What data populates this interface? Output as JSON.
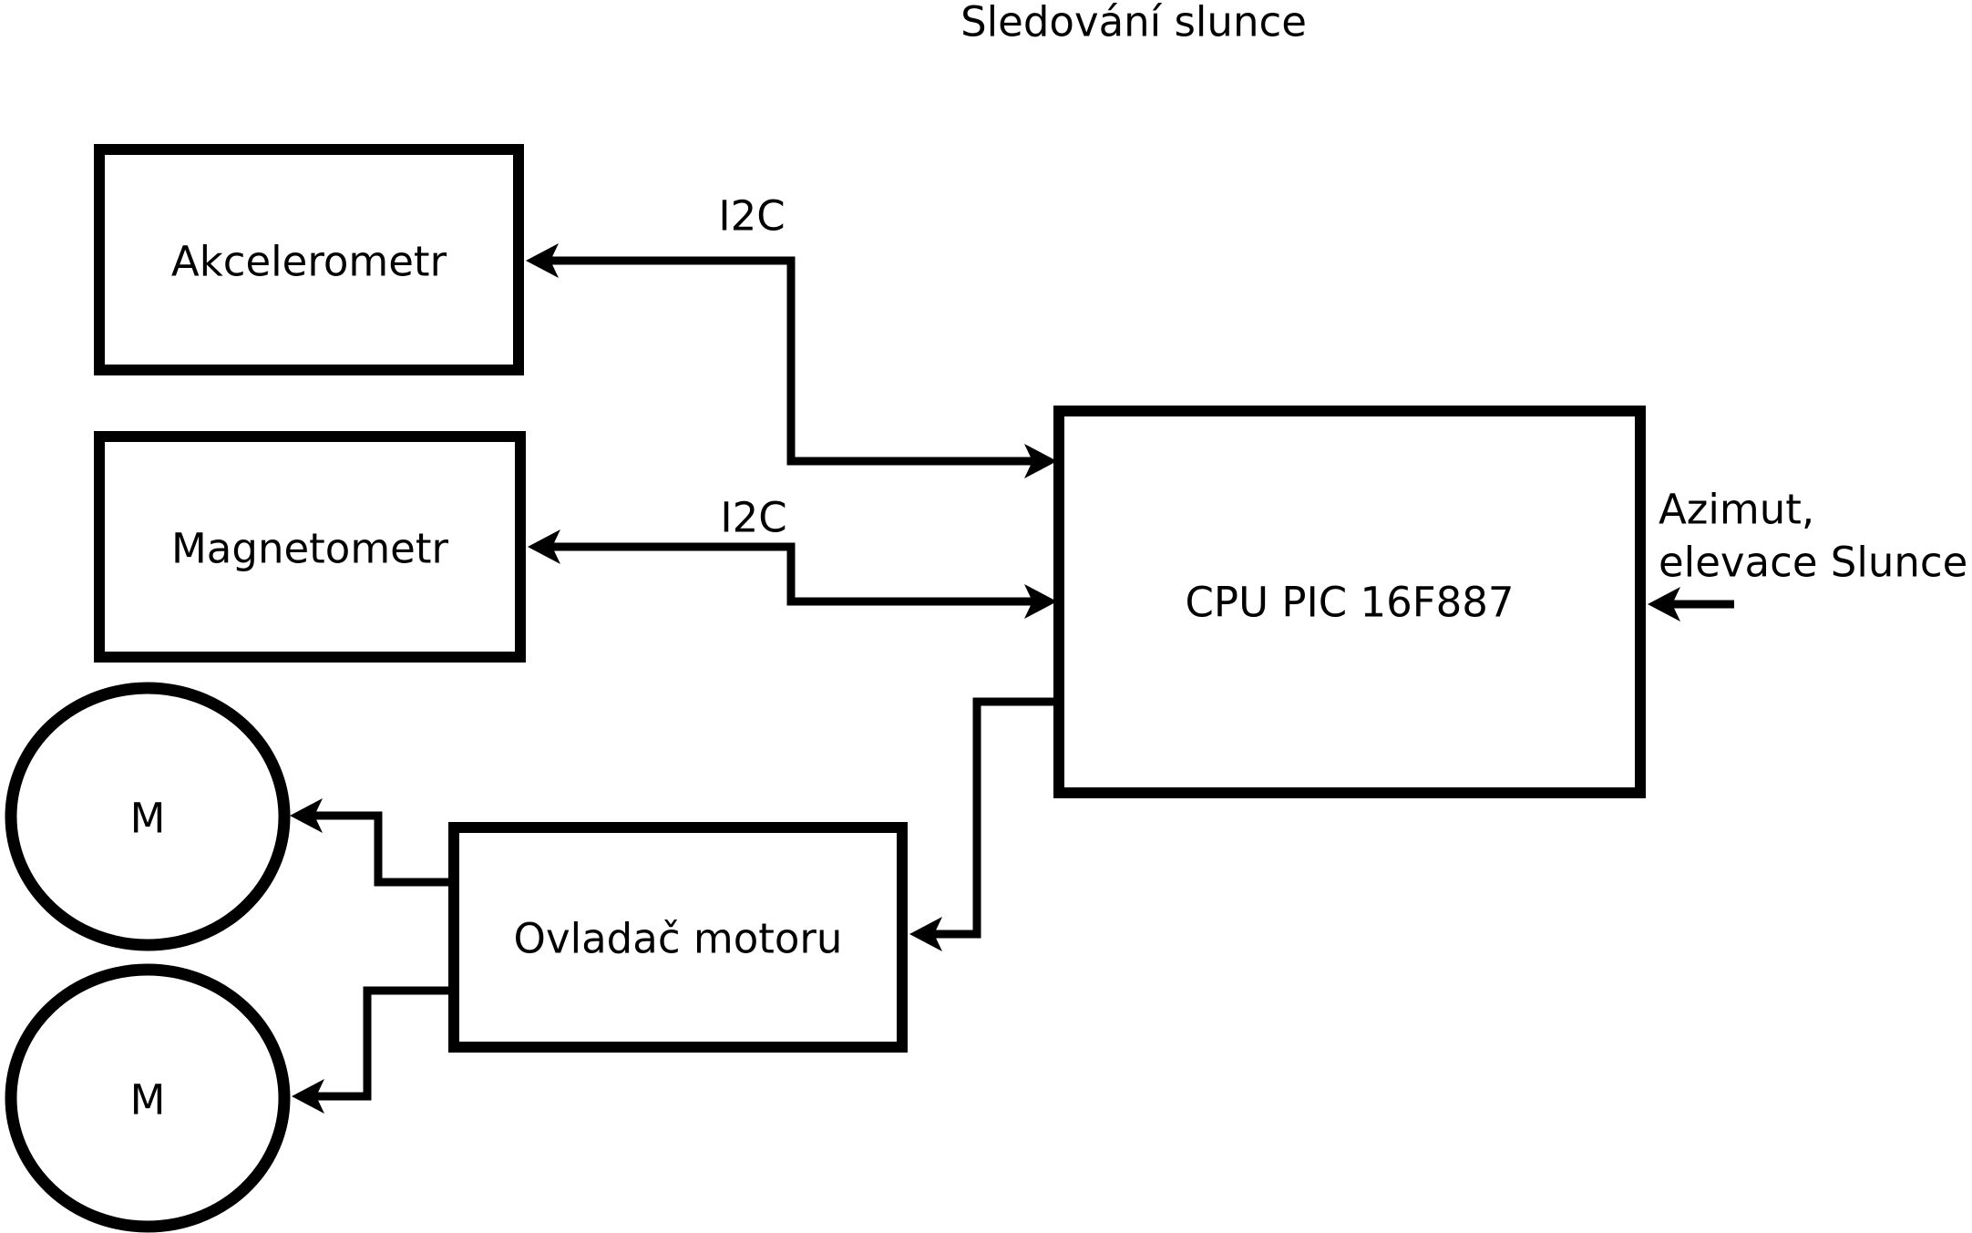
{
  "title": "Sledování slunce",
  "colors": {
    "line": "#000000",
    "text": "#000000",
    "bg": "#ffffff"
  },
  "nodes": {
    "akcelerometr": {
      "label": "Akcelerometr"
    },
    "magnetometr": {
      "label": "Magnetometr"
    },
    "cpu": {
      "label": "CPU PIC 16F887"
    },
    "ovladac": {
      "label": "Ovladač motoru"
    },
    "motor1": {
      "label": "M"
    },
    "motor2": {
      "label": "M"
    }
  },
  "edges": {
    "i2c_akcelerometr": {
      "label": "I2C"
    },
    "i2c_magnetometr": {
      "label": "I2C"
    },
    "azimut": {
      "lines": [
        "Azimut,",
        "elevace Slunce"
      ]
    }
  }
}
